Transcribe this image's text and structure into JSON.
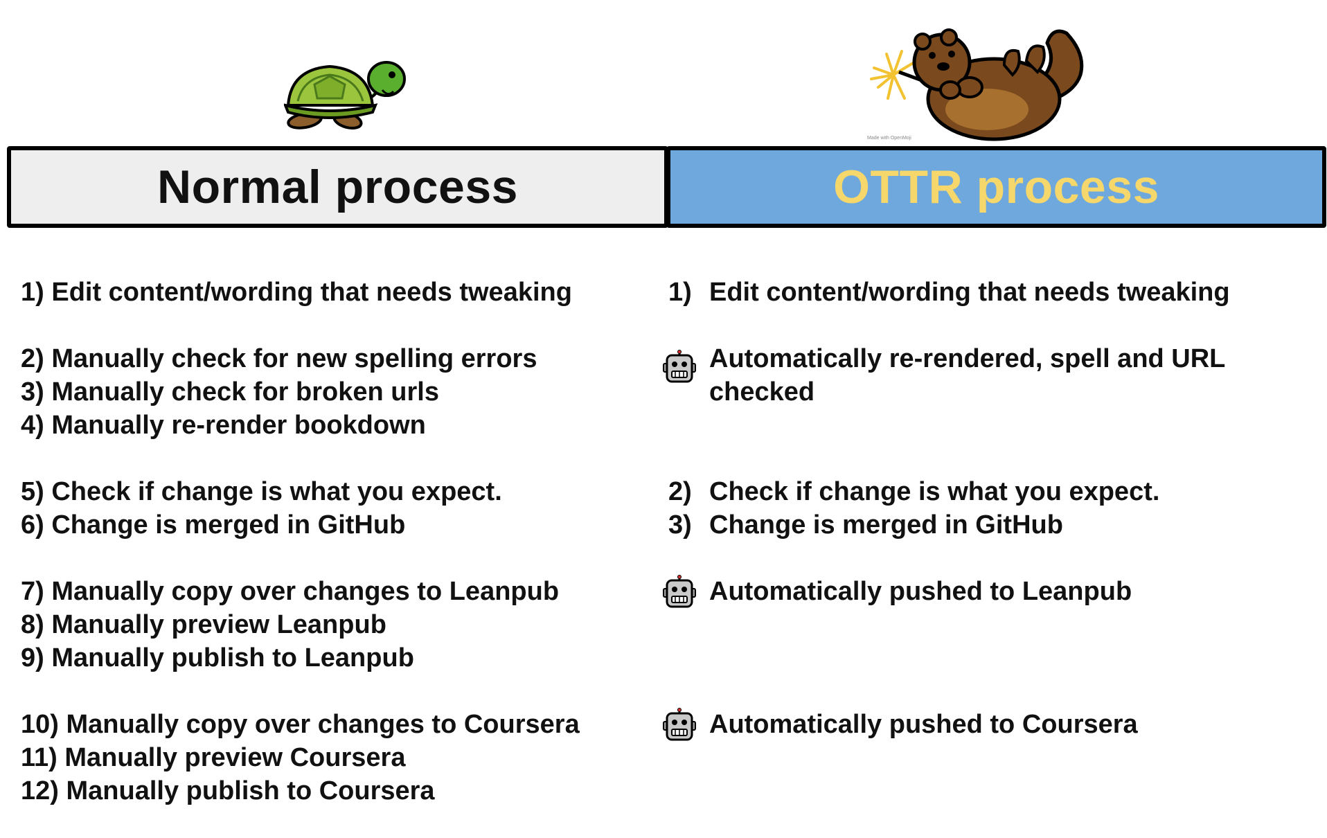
{
  "header": {
    "left_title": "Normal process",
    "right_title": "OTTR process",
    "left_bg": "#eeeeee",
    "right_bg": "#6fa8dc",
    "right_title_color": "#f6d76b"
  },
  "mascots": {
    "left": "turtle-icon",
    "right": "otter-icon",
    "right_credit": "Made with OpenMoji"
  },
  "normal_process": {
    "steps": [
      "1) Edit content/wording that needs tweaking",
      "2) Manually check for new spelling errors",
      "3) Manually check for broken urls",
      "4) Manually re-render bookdown",
      "5) Check if change is what you expect.",
      "6) Change is merged in GitHub",
      "7) Manually copy over changes to Leanpub",
      "8) Manually preview Leanpub",
      "9) Manually publish to Leanpub",
      "10) Manually copy over changes to Coursera",
      "11) Manually preview Coursera",
      "12) Manually publish to Coursera"
    ]
  },
  "ottr_process": {
    "step1_num": "1)",
    "step1_text": "Edit content/wording that needs tweaking",
    "auto1_line1": "Automatically re-rendered, spell and URL",
    "auto1_line2": "checked",
    "step2_num": "2)",
    "step2_text": "Check if change is what you expect.",
    "step3_num": "3)",
    "step3_text": "Change is merged in GitHub",
    "auto2_text": "Automatically pushed to Leanpub",
    "auto3_text": "Automatically pushed to Coursera",
    "auto_icon": "robot-icon"
  }
}
